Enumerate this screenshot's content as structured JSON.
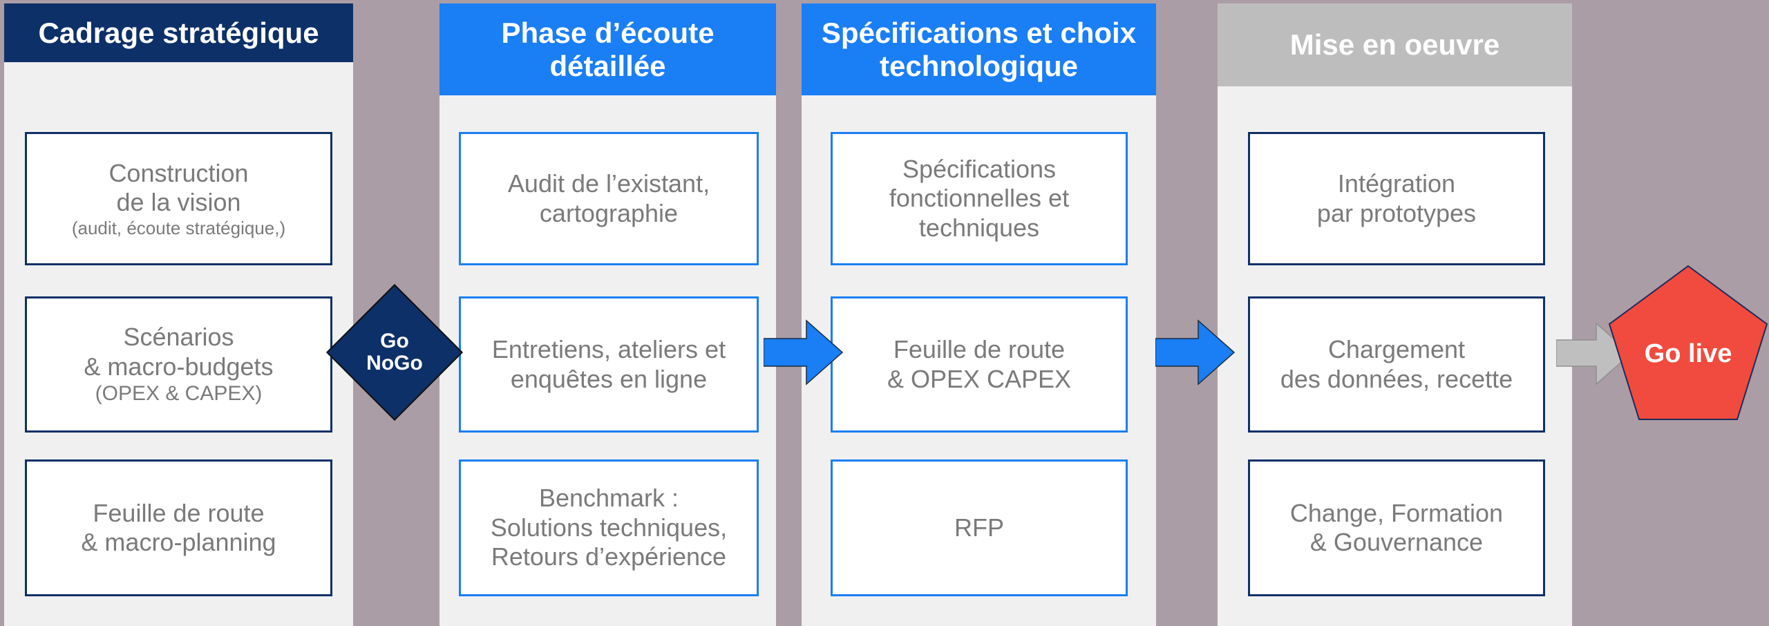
{
  "background_color": "#ab9da5",
  "palette": {
    "navy": "#0d3068",
    "blue": "#1a7ef5",
    "grey_header": "#bdbdbd",
    "panel": "#f0f0f0",
    "card_text": "#7a7a7a",
    "red": "#f04b3e",
    "grey_arrow": "#bfbfbf"
  },
  "columns": [
    {
      "id": "cadrage",
      "header": "Cadrage stratégique",
      "header_style": "navy",
      "card_border": "navy",
      "cards": [
        {
          "lines": [
            "Construction",
            "de la vision"
          ],
          "sub": "(audit, écoute stratégique,)"
        },
        {
          "lines": [
            "Scénarios",
            "& macro-budgets"
          ],
          "sub": "(OPEX & CAPEX)"
        },
        {
          "lines": [
            "Feuille de route",
            "& macro-planning"
          ],
          "sub": ""
        }
      ]
    },
    {
      "id": "ecoute",
      "header": "Phase d’écoute détaillée",
      "header_style": "blue",
      "card_border": "blue",
      "cards": [
        {
          "lines": [
            "Audit de l’existant,",
            "cartographie"
          ],
          "sub": ""
        },
        {
          "lines": [
            "Entretiens, ateliers et",
            "enquêtes en ligne"
          ],
          "sub": ""
        },
        {
          "lines": [
            "Benchmark :",
            "Solutions techniques,",
            "Retours d’expérience"
          ],
          "sub": ""
        }
      ]
    },
    {
      "id": "specifications",
      "header": "Spécifications et choix technologique",
      "header_style": "blue",
      "card_border": "blue",
      "cards": [
        {
          "lines": [
            "Spécifications",
            "fonctionnelles et",
            "techniques"
          ],
          "sub": ""
        },
        {
          "lines": [
            "Feuille de route",
            "& OPEX CAPEX"
          ],
          "sub": ""
        },
        {
          "lines": [
            "RFP"
          ],
          "sub": ""
        }
      ]
    },
    {
      "id": "mise-en-oeuvre",
      "header": "Mise en oeuvre",
      "header_style": "grey",
      "card_border": "navy",
      "cards": [
        {
          "lines": [
            "Intégration",
            "par prototypes"
          ],
          "sub": ""
        },
        {
          "lines": [
            "Chargement",
            "des données, recette"
          ],
          "sub": ""
        },
        {
          "lines": [
            "Change, Formation",
            "& Gouvernance"
          ],
          "sub": ""
        }
      ]
    }
  ],
  "gate": {
    "line1": "Go",
    "line2": "NoGo",
    "color": "#0d3068"
  },
  "arrows": [
    {
      "name": "arrow-ecoute-to-specifications",
      "color": "#1a7ef5"
    },
    {
      "name": "arrow-specifications-to-mise-en-oeuvre",
      "color": "#1a7ef5"
    },
    {
      "name": "arrow-mise-en-oeuvre-to-go-live",
      "color": "#bfbfbf"
    }
  ],
  "milestone": {
    "label": "Go live",
    "color": "#f04b3e"
  }
}
